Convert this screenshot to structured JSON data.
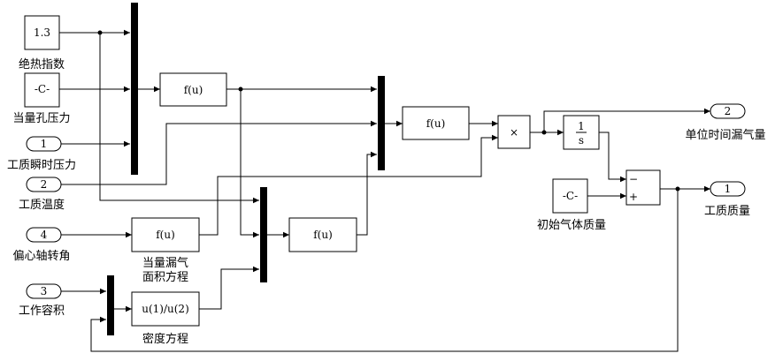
{
  "blocks": {
    "const_gamma": {
      "value": "1.3",
      "label": "绝热指数"
    },
    "const_area": {
      "value": "-C-",
      "label": "当量孔压力"
    },
    "in1": {
      "value": "1",
      "label": "工质瞬时压力"
    },
    "in2": {
      "value": "2",
      "label": "工质温度"
    },
    "in4": {
      "value": "4",
      "label": "偏心轴转角"
    },
    "in3": {
      "value": "3",
      "label": "工作容积"
    },
    "fcn_top": {
      "value": "f(u)"
    },
    "fcn_mid": {
      "value": "f(u)"
    },
    "fcn_area": {
      "value": "f(u)",
      "label_line1": "当量漏气",
      "label_line2": "面积方程"
    },
    "fcn_leak": {
      "value": "f(u)"
    },
    "fcn_density": {
      "value": "u(1)/u(2)",
      "label": "密度方程"
    },
    "product": {
      "value": "×"
    },
    "integrator": {
      "num": "1",
      "den": "s"
    },
    "const_init": {
      "value": "-C-",
      "label": "初始气体质量"
    },
    "sum": {
      "minus": "−",
      "plus": "+"
    },
    "out2": {
      "value": "2",
      "label": "单位时间漏气量"
    },
    "out1": {
      "value": "1",
      "label": "工质质量"
    }
  }
}
